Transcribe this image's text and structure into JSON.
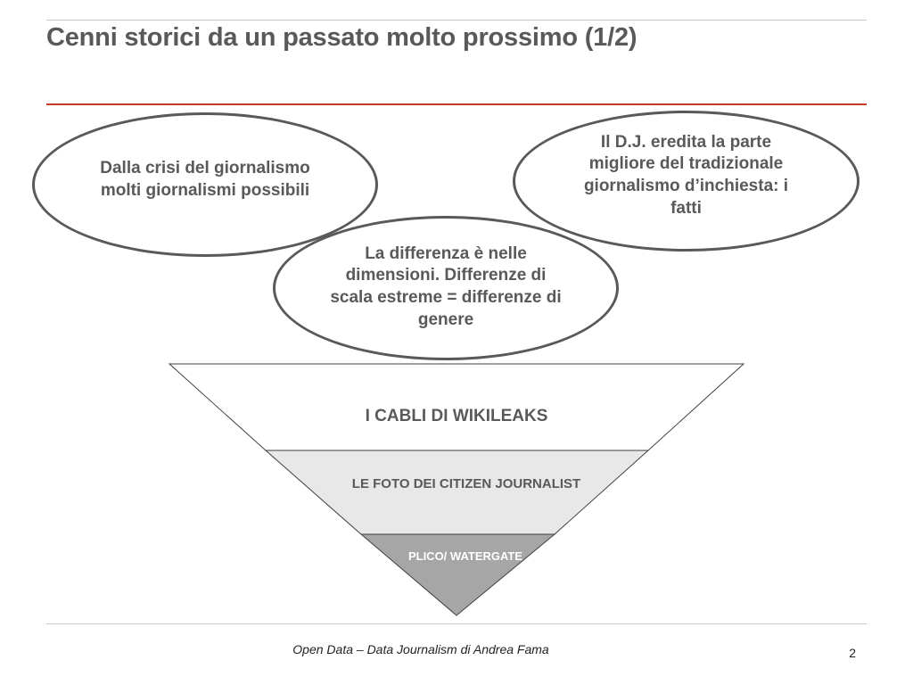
{
  "slide": {
    "title": "Cenni storici da un passato molto prossimo (1/2)",
    "bubbles": [
      {
        "text": "Dalla crisi del giornalismo molti giornalismi possibili"
      },
      {
        "text": "Il D.J. eredita la parte migliore del tradizionale giornalismo d’inchiesta: i fatti"
      },
      {
        "text": "La differenza è nelle dimensioni. Differenze di scala estreme = differenze di genere"
      }
    ],
    "pyramid": {
      "tiers": [
        {
          "label": "I CABLI DI WIKILEAKS",
          "fill": "#ffffff"
        },
        {
          "label": "LE FOTO DEI CITIZEN JOURNALIST",
          "fill": "#e8e8e8"
        },
        {
          "label": "PLICO/ WATERGATE",
          "fill": "#a6a6a6"
        }
      ]
    },
    "footer": "Open Data – Data Journalism di Andrea Fama",
    "page_number": "2"
  },
  "colors": {
    "title": "#595959",
    "accent_rule": "#c0392b",
    "outline": "#595959"
  }
}
